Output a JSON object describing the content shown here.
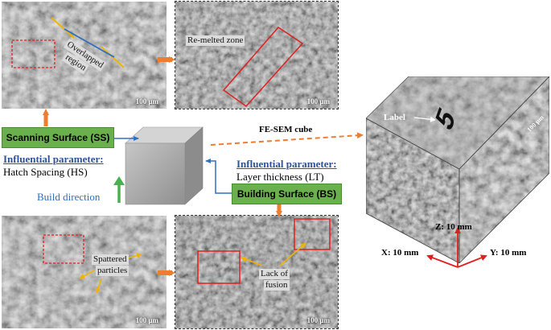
{
  "panels": {
    "top_left": {
      "scale": "100 µm",
      "annotation_line1": "Overlapped",
      "annotation_line2": "region"
    },
    "top_right": {
      "scale": "100 µm",
      "annotation": "Re-melted zone"
    },
    "bottom_left": {
      "scale": "100 µm",
      "annotation_line1": "Spattered",
      "annotation_line2": "particles"
    },
    "bottom_right": {
      "scale": "100 µm",
      "annotation_line1": "Lack of",
      "annotation_line2": "fusion"
    }
  },
  "scanning_surface": "Scanning Surface (SS)",
  "building_surface": "Building Surface (BS)",
  "left_param": {
    "title": "Influential parameter:",
    "value": "Hatch Spacing (HS)"
  },
  "right_param": {
    "title": "Influential parameter:",
    "value": "Layer thickness (LT)"
  },
  "build_direction": "Build direction",
  "fesem_cube": "FE-SEM cube",
  "cube": {
    "label": "Label",
    "digit": "5",
    "scale": "100 µm"
  },
  "axes": {
    "z": "Z: 10 mm",
    "x": "X: 10 mm",
    "y": "Y: 10 mm"
  },
  "colors": {
    "arrow_orange": "#ed7d31",
    "box_green": "#6ab04c",
    "blue": "#2f5496",
    "red": "#e02020",
    "gold": "#f0b400"
  }
}
